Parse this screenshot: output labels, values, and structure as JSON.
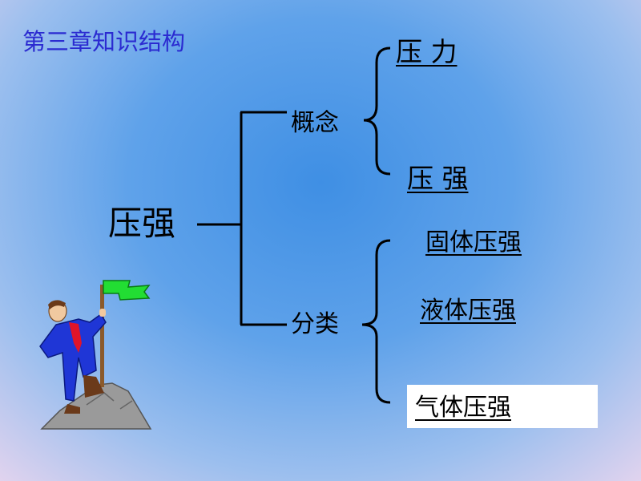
{
  "title": "第三章知识结构",
  "root": "压强",
  "branches": [
    {
      "label": "概念",
      "children": [
        "压 力",
        "压 强"
      ]
    },
    {
      "label": "分类",
      "children": [
        "固体压强",
        "液体压强",
        "气体压强"
      ]
    }
  ],
  "colors": {
    "title": "#2b2bd1",
    "flag": "#22dd33",
    "suit": "#1f36d6",
    "tie": "#e0142a",
    "rock": "#9a9a9a"
  },
  "illustration": {
    "icon": "man-on-summit-with-flag-icon"
  }
}
